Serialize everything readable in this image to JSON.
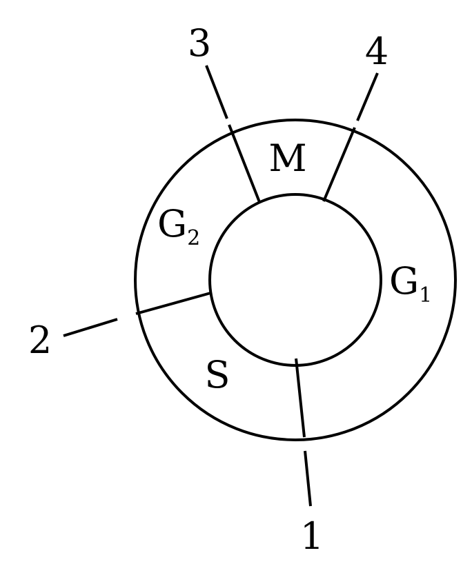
{
  "regions": [
    {
      "key": "m",
      "base": "M",
      "sub": ""
    },
    {
      "key": "g1",
      "base": "G",
      "sub": "1"
    },
    {
      "key": "g2",
      "base": "G",
      "sub": "2"
    },
    {
      "key": "s",
      "base": "S",
      "sub": ""
    }
  ],
  "ports": [
    {
      "key": "p1",
      "label": "1"
    },
    {
      "key": "p2",
      "label": "2"
    },
    {
      "key": "p3",
      "label": "3"
    },
    {
      "key": "p4",
      "label": "4"
    }
  ],
  "colors": {
    "line": "#000000",
    "background": "#ffffff"
  }
}
